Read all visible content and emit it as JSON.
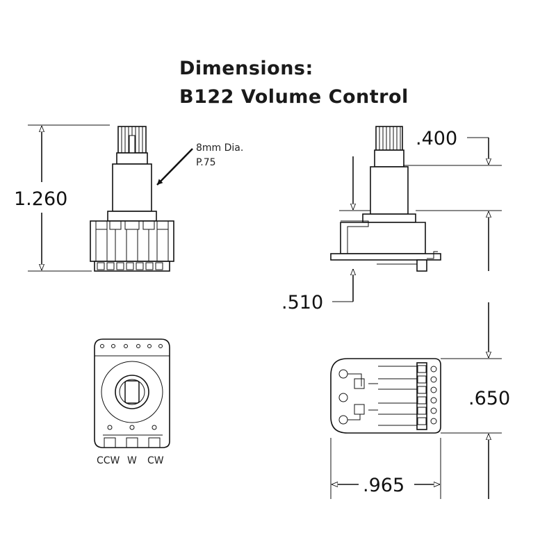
{
  "title": {
    "line1": "Dimensions:",
    "line2": "B122 Volume Control"
  },
  "dimensions": {
    "overall_height": "1.260",
    "shaft_top": ".400",
    "bushing": ".510",
    "width": ".650",
    "depth": ".965"
  },
  "shaft_note": {
    "line1": "8mm Dia.",
    "line2": "P.75"
  },
  "pins": {
    "ccw": "CCW",
    "w": "W",
    "cw": "CW"
  }
}
